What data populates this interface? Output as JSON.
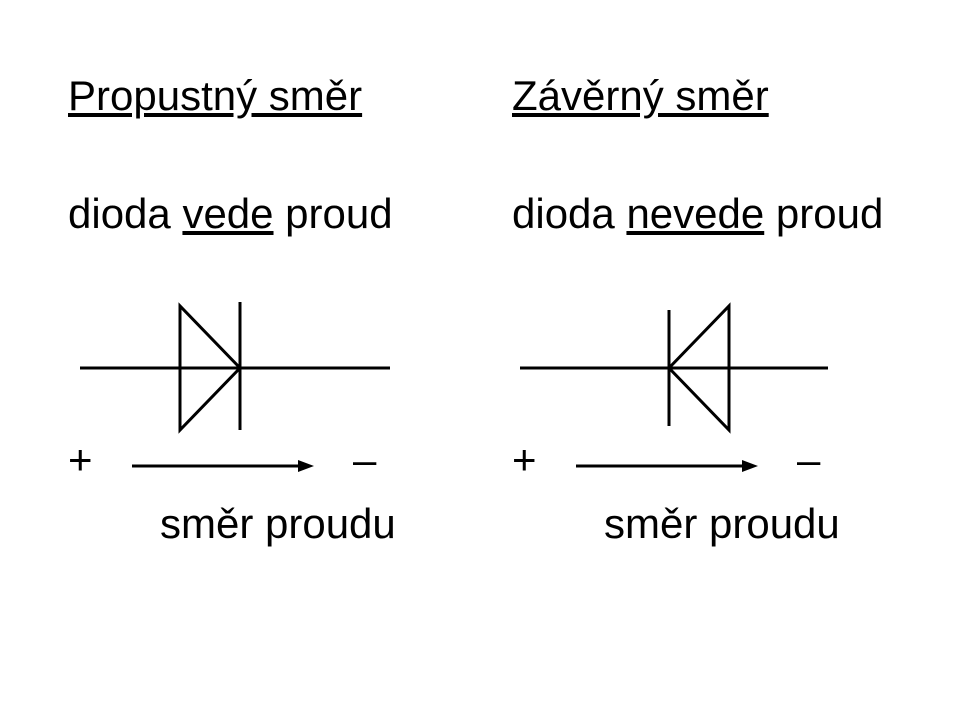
{
  "forward": {
    "heading": "Propustný směr",
    "state_prefix": "dioda ",
    "state_keyword": "vede",
    "state_suffix": " proud",
    "plus": "+",
    "minus": "–",
    "caption": "směr proudu"
  },
  "reverse": {
    "heading": "Závěrný směr",
    "state_prefix": "dioda ",
    "state_keyword": "nevede",
    "state_suffix": " proud",
    "plus": "+",
    "minus": "–",
    "caption": "směr proudu"
  }
}
